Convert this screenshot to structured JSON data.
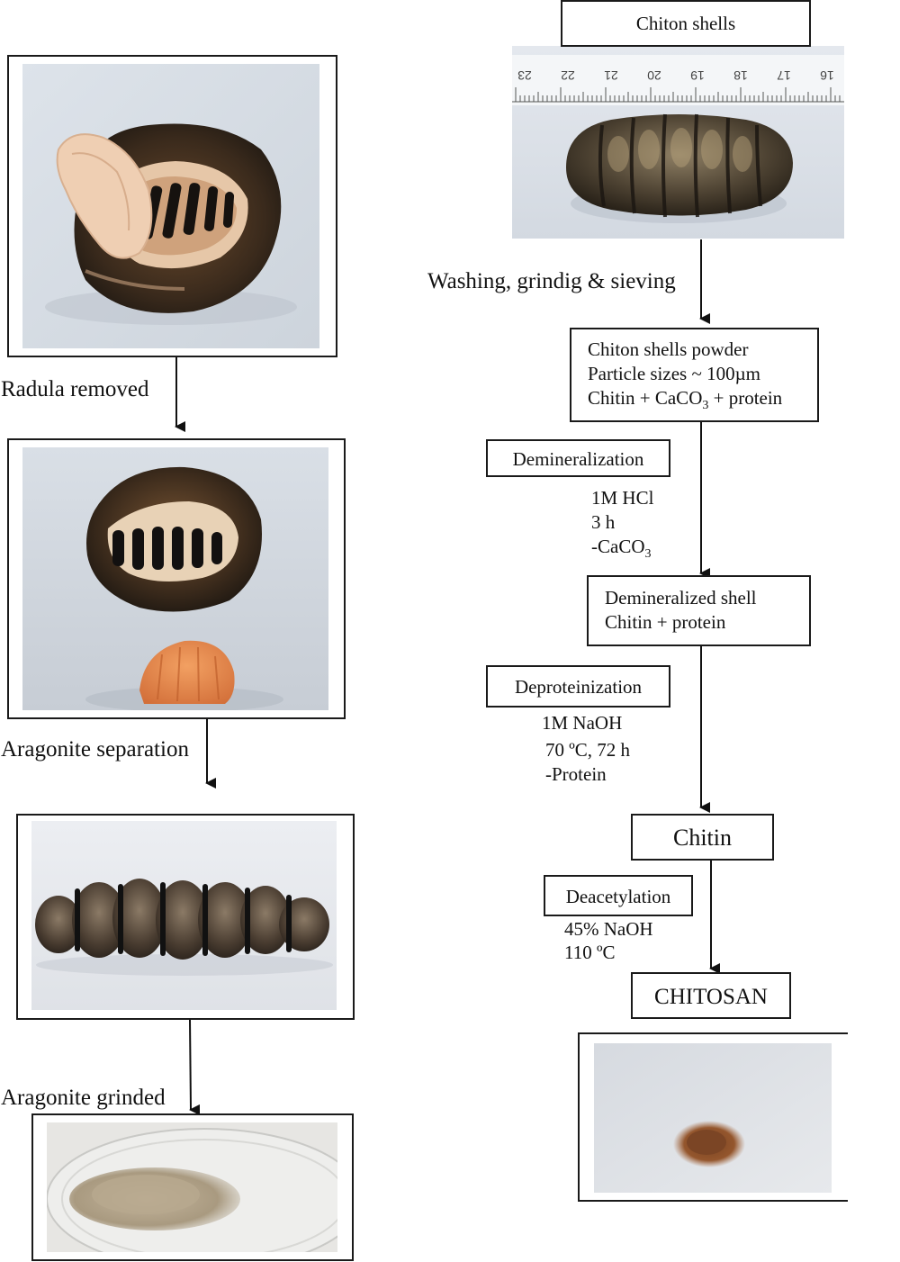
{
  "left_flow": {
    "step1_label": "Radula removed",
    "step2_label": "Aragonite separation",
    "step3_label": "Aragonite grinded"
  },
  "right_flow": {
    "start_box": "Chiton shells",
    "washing_label": "Washing, grindig & sieving",
    "powder_box": {
      "line1": "Chiton shells powder",
      "line2": "Particle sizes ~ 100µm",
      "line3_prefix": "Chitin + CaCO",
      "line3_sub": "3",
      "line3_suffix": " + protein"
    },
    "demineralization": {
      "title": "Demineralization",
      "cond1": "1M  HCl",
      "cond2": "3 h",
      "cond3_prefix": "-CaCO",
      "cond3_sub": "3"
    },
    "demineralized_box": {
      "line1": "Demineralized shell",
      "line2": "Chitin + protein"
    },
    "deproteinization": {
      "title": "Deproteinization",
      "cond1": "1M NaOH",
      "cond2": "70 ºC, 72 h",
      "cond3": "-Protein"
    },
    "chitin_box": "Chitin",
    "deacetylation": {
      "title": "Deacetylation",
      "cond1": "45% NaOH",
      "cond2": "110 ºC"
    },
    "chitosan_box": "CHITOSAN"
  },
  "ruler_numbers": [
    "23",
    "22",
    "21",
    "20",
    "19",
    "18",
    "17",
    "16"
  ]
}
